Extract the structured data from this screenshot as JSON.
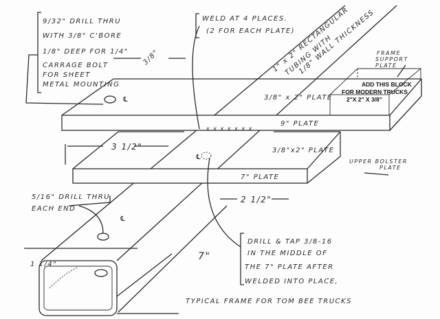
{
  "title": "TYPICAL FRAME FOR TOM BEE TRUCKS",
  "notes": {
    "drill_note": [
      "9/32\" DRILL THRU",
      "WITH 3/8\" C'BORE",
      "1/8\" DEEP FOR 1/4\"",
      "CARRAGE BOLT",
      "FOR SHEET",
      "METAL MOUNTING"
    ],
    "weld_note": [
      "WELD AT 4 PLACES.",
      "(2 FOR EACH PLATE)"
    ],
    "tubing_note": [
      "1\" x 2\" RECTANGULAR",
      "TUBING WITH",
      "1/8\" WALL THICKNESS"
    ],
    "frame_support": [
      "FRAME",
      "SUPPORT",
      "PLATE"
    ],
    "block_note": [
      "ADD THIS BLOCK",
      "FOR MODERN TRUCKS",
      "2\"X 2\" X 3/8\""
    ],
    "upper_bolster": [
      "UPPER BOLSTER",
      "PLATE"
    ],
    "end_drill": [
      "5/16\" DRILL THRU",
      "EACH END"
    ],
    "tap_note": [
      "DRILL & TAP 3/8-16",
      "IN THE MIDDLE OF",
      "THE 7\" PLATE AFTER",
      "WELDED INTO PLACE,"
    ]
  },
  "labels": {
    "top_plate": "3/8\" x 2\" PLATE",
    "nine_plate": "9\" PLATE",
    "lower_plate": "3/8\"x2\" PLATE",
    "seven_plate": "7\" PLATE",
    "centerline": "℄",
    "weld_marks": "x x x x x x x"
  },
  "dimensions": {
    "top_width": "3/8\"",
    "three_half": "3 1/2\"",
    "two_half": "2 1/2\"",
    "seven": "7\"",
    "one_quarter": "1 1/4\""
  }
}
